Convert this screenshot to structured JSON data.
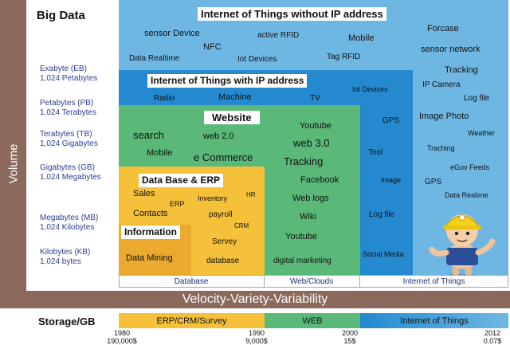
{
  "title": "Big Data",
  "axes": {
    "vertical": "Volume",
    "horizontal": "Velocity-Variety-Variability",
    "storage": "Storage/GB"
  },
  "volume_levels": [
    {
      "name": "Exabyte (EB)",
      "size": "1,024 Petabytes"
    },
    {
      "name": "Petabytes (PB)",
      "size": "1,024 Terabytes"
    },
    {
      "name": "Terabytes (TB)",
      "size": "1,024 Gigabytes"
    },
    {
      "name": "Gigabytes (GB)",
      "size": "1,024 Megabytes"
    },
    {
      "name": "Megabytes (MB)",
      "size": "1,024 Kilobytes"
    },
    {
      "name": "Kilobytes (KB)",
      "size": "1,024 bytes"
    }
  ],
  "zones": {
    "iot_no_ip": {
      "title": "Internet of Things without IP address",
      "items": [
        "sensor Device",
        "NFC",
        "active RFID",
        "Mobile",
        "Forcase",
        "sensor network",
        "Data Realtime",
        "Iot Devices",
        "Tag RFID"
      ]
    },
    "iot_ip": {
      "title": "Internet of Things with IP address",
      "items": [
        "Radio",
        "Machine",
        "TV",
        "Iot Devices",
        "GPS",
        "Tool",
        "Image",
        "Log file",
        "Social Media"
      ]
    },
    "iot_right": {
      "items": [
        "Tracking",
        "IP Camera",
        "Log file",
        "Image Photo",
        "Weather",
        "Traching",
        "eGov Feeds",
        "GPS",
        "Data Realime"
      ]
    },
    "website": {
      "title": "Website",
      "items": [
        "search",
        "web 2.0",
        "Mobile",
        "e Commerce",
        "Youtube",
        "web 3.0",
        "Tracking",
        "Facebook",
        "Web logs",
        "Wiki",
        "Youtube",
        "digital marketing"
      ]
    },
    "database": {
      "title": "Data Base & ERP",
      "items": [
        "Sales",
        "ERP",
        "Inventory",
        "HR",
        "Contacts",
        "payroll",
        "CRM",
        "Servey",
        "database"
      ]
    },
    "information": {
      "title": "Information",
      "items": [
        "Data Mining"
      ]
    }
  },
  "categories": [
    "Database",
    "Web/Clouds",
    "Internet of Things"
  ],
  "timeline": {
    "segments": [
      "ERP/CRM/Survey",
      "WEB",
      "Internet of Things"
    ],
    "ticks": [
      {
        "year": "1980",
        "price": "190,000$"
      },
      {
        "year": "1990",
        "price": "9,000$"
      },
      {
        "year": "2000",
        "price": "15$"
      },
      {
        "year": "2012",
        "price": "0.07$"
      }
    ]
  },
  "colors": {
    "outer": "#6fb7e3",
    "ip": "#2489cf",
    "web": "#5ab978",
    "db": "#f5c13b",
    "info": "#ebaa2d",
    "axis": "#8b6a5d"
  }
}
